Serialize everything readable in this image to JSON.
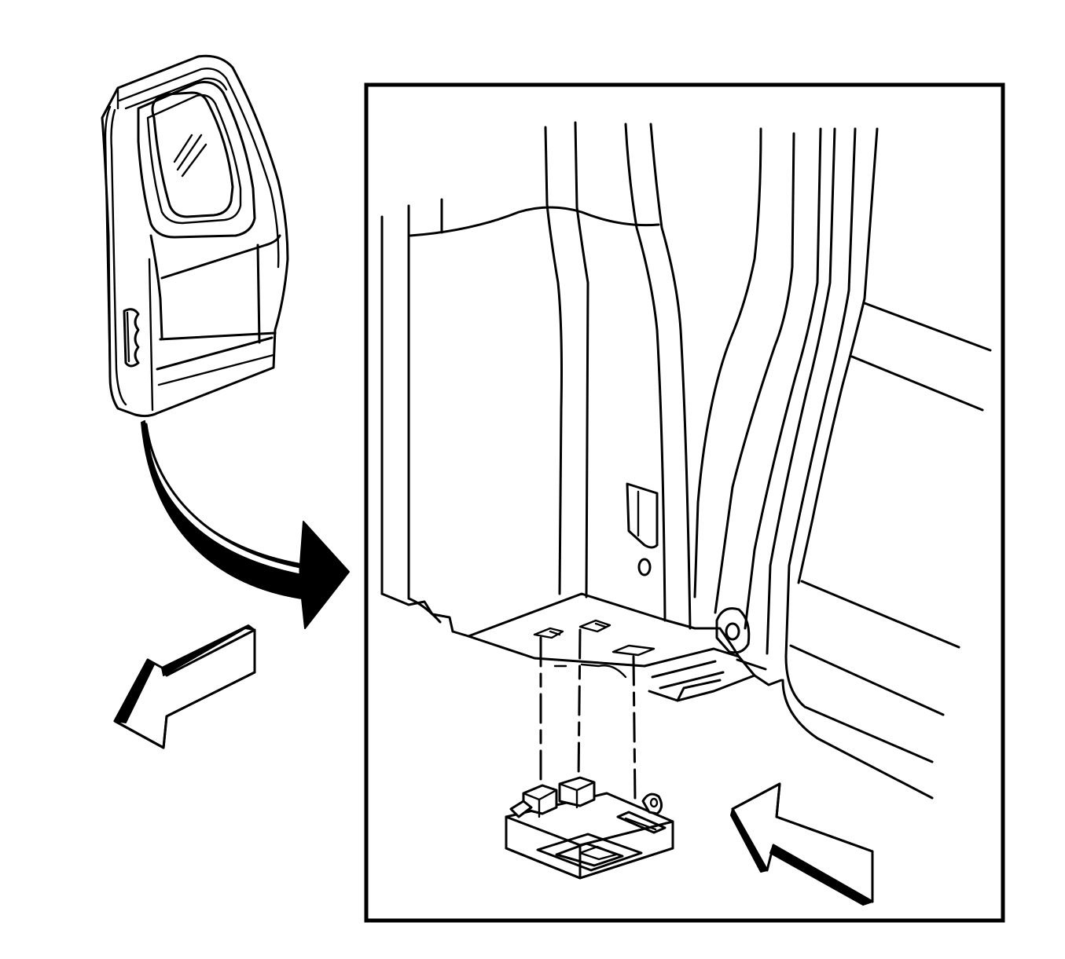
{
  "figure": {
    "kind": "line-art service illustration",
    "colors": {
      "line": "#000000",
      "background": "#ffffff"
    },
    "parts": [
      "rear-door-overview",
      "location-arrow",
      "detail-frame",
      "door-pillar",
      "latch-striker",
      "mounting-clip",
      "trim-panel",
      "forward-direction-arrow",
      "inboard-direction-arrow"
    ]
  }
}
